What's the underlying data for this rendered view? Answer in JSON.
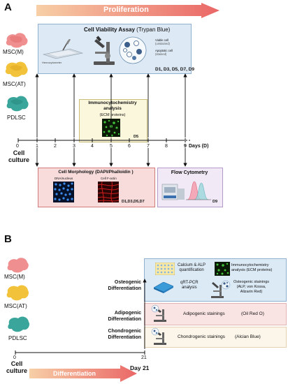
{
  "panel_a": {
    "label": "A",
    "banner": "Proliferation",
    "cells": [
      "MSC(M)",
      "MSC(AT)",
      "PDLSC"
    ],
    "viability": {
      "title": "Cell Viability Assay",
      "title_paren": "(Trypan Blue)",
      "hemocytometer": "Hemocytometer",
      "viable": "Viable cell",
      "viable_sub": "(unstained)",
      "apoptotic": "Apoptotic cell",
      "apoptotic_sub": "(stained)",
      "days": "D1, D3, D5, D7, D9"
    },
    "icc": {
      "title_line1": "Immunocytochemistry",
      "title_line2": "analysis",
      "subtitle": "(ECM proteins)",
      "day": "D5"
    },
    "axis": {
      "ticks": [
        "0",
        "1",
        "2",
        "3",
        "4",
        "5",
        "6",
        "7",
        "8",
        "9"
      ],
      "unit": "Days (D)",
      "start_line1": "Cell",
      "start_line2": "culture"
    },
    "morphology": {
      "title": "Cell Morphology (DAPI/Phalloidin )",
      "dapi": "DNA/nucleus",
      "factin": "Cell F-actin",
      "days": "D1,D3,D5,D7"
    },
    "flow": {
      "title": "Flow Cytometry",
      "day": "D9"
    }
  },
  "panel_b": {
    "label": "B",
    "cells": [
      "MSC(M)",
      "MSC(AT)",
      "PDLSC"
    ],
    "osteo": {
      "label_line1": "Osteogenic",
      "label_line2": "Differentiation",
      "calcium_line1": "Calcium & ALP",
      "calcium_line2": "quantification",
      "icc": "Immunocytochemistry",
      "icc_sub": "analysis (ECM proteins)",
      "qrt_line1": "qRT-PCR",
      "qrt_line2": "analysis",
      "stain_line1": "Osteogenic stainings",
      "stain_line2": "(ALP, von Kossa,",
      "stain_line3": "Alizarin Red)"
    },
    "adipo": {
      "label_line1": "Adipogenic",
      "label_line2": "Differentiation",
      "stain": "Adipogenic stainings",
      "dye": "(Oil Red O)"
    },
    "chondro": {
      "label_line1": "Chondrogenic",
      "label_line2": "Differentiation",
      "stain": "Chondrogenic stainings",
      "dye": "(Alcian Blue)"
    },
    "axis": {
      "start": "0",
      "end": "21",
      "start_line1": "Cell",
      "start_line2": "culture",
      "end_label": "Day 21",
      "banner": "Differentiation"
    }
  },
  "colors": {
    "banner_start": "#f6c9a0",
    "banner_end": "#ec6a6a",
    "msc_m": "#ef8f8f",
    "msc_at": "#f2c23a",
    "pdlsc": "#3aa59a",
    "viability_bg": "#dde9f5",
    "icc_bg": "#fbf7dc",
    "morph_bg": "#f8dcdc",
    "flow_bg": "#f1eaf6",
    "osteo_bg": "#dceaf6",
    "adipo_bg": "#f9e3e3",
    "chondro_bg": "#fbf5ea"
  }
}
